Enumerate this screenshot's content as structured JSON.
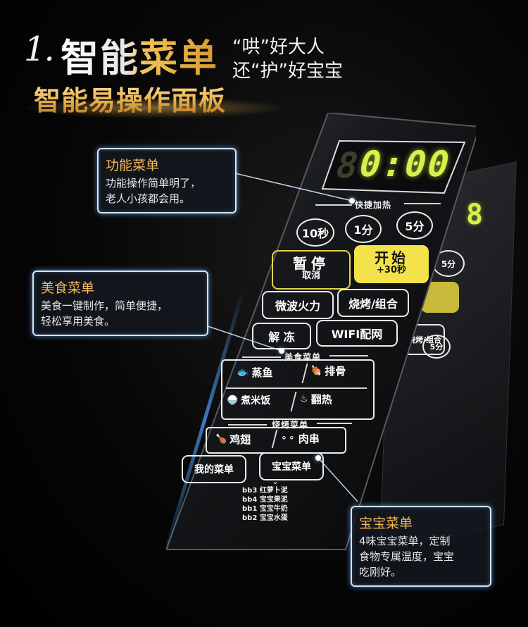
{
  "headline": {
    "number": "1.",
    "title": "智能菜单",
    "subtitle_line1": "“哄”好大人",
    "subtitle_line2": "还“护”好宝宝",
    "panel_caption": "智能易操作面板"
  },
  "panel": {
    "display": "0:00",
    "back_display": "8",
    "quick_heat_label": "快捷加热",
    "quick_buttons": [
      "10秒",
      "1分",
      "5分"
    ],
    "pause_label": "暂停",
    "pause_sub": "取消",
    "start_label": "开始",
    "start_sub": "+30秒",
    "microwave_label": "微波火力",
    "grill_label": "烧烤/组合",
    "defrost_label": "解 冻",
    "wifi_label": "WIFI配网",
    "food_menu_label": "美食菜单",
    "steam_fish": "蒸鱼",
    "ribs": "排骨",
    "rice": "煮米饭",
    "reheat": "翻热",
    "grill_menu_label": "烧烤菜单",
    "wings": "鸡翅",
    "skewers": "肉串",
    "my_menu": "我的菜单",
    "baby_menu": "宝宝菜单",
    "baby_items": [
      "bb3 红萝卜泥",
      "bb4 宝宝果泥",
      "bb1 宝宝牛奶",
      "bb2 宝宝水蛋"
    ],
    "back_buttons": [
      "5分",
      "烧烤/组合",
      "5分"
    ]
  },
  "callouts": {
    "function": {
      "title": "功能菜单",
      "desc_line1": "功能操作简单明了，",
      "desc_line2": "老人小孩都会用。"
    },
    "food": {
      "title": "美食菜单",
      "desc_line1": "美食一键制作，简单便捷，",
      "desc_line2": "轻松享用美食。"
    },
    "baby": {
      "title": "宝宝菜单",
      "desc_line1": "4味宝宝菜单，定制",
      "desc_line2": "食物专属温度，宝宝",
      "desc_line3": "吃刚好。"
    }
  },
  "colors": {
    "display": "#d8f04a",
    "accent_gold": "#f3b85a",
    "start_yellow": "#f3e24a",
    "callout_border": "#cfe6ff"
  },
  "icons": [
    "fish-icon",
    "ribs-icon",
    "rice-cooker-icon",
    "reheat-icon",
    "chicken-wing-icon",
    "skewer-icon",
    "chevron-down-icon"
  ]
}
